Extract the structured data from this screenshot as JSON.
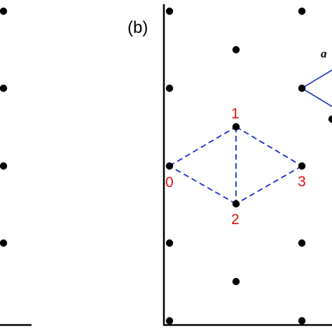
{
  "figure": {
    "panel_label": "(b)",
    "vector_label": "a",
    "site_labels": [
      "0",
      "1",
      "2",
      "3"
    ]
  },
  "colors": {
    "points": "#000000",
    "axes": "#000000",
    "site_label": "#e01010",
    "dashed": "#1a2bd0",
    "vector": "#2a3cc8"
  }
}
